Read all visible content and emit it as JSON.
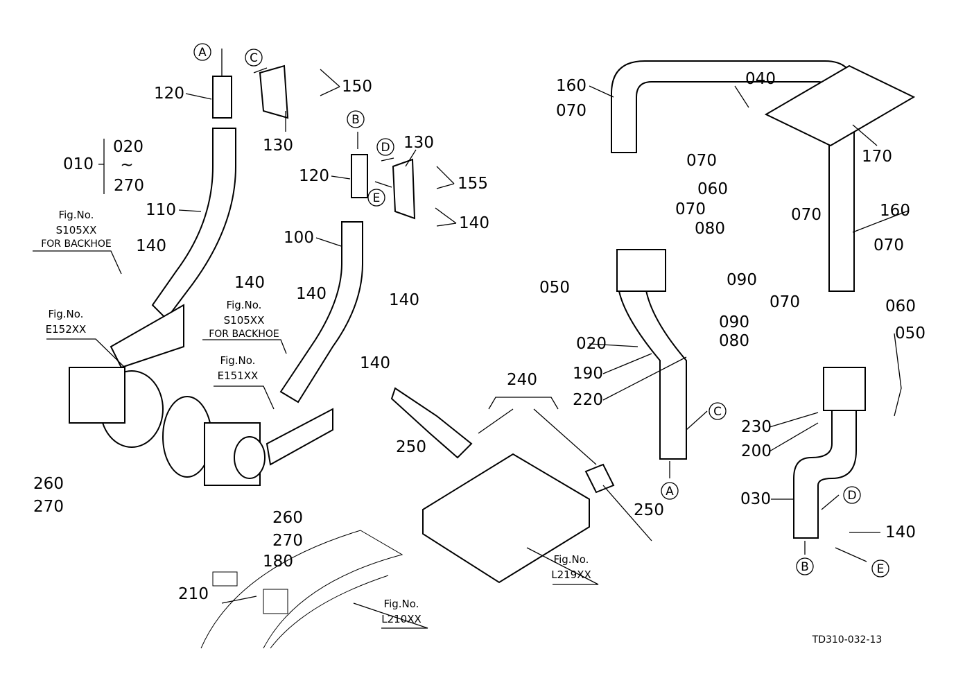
{
  "drawing_code": "TD310-032-13",
  "assembly": {
    "parent": "010",
    "range_from": "020",
    "range_sep": "~",
    "range_to": "270"
  },
  "callouts": [
    "120",
    "150",
    "130",
    "110",
    "140",
    "140",
    "130",
    "120",
    "155",
    "140",
    "100",
    "140",
    "140",
    "140",
    "240",
    "250",
    "260",
    "270",
    "260",
    "270",
    "180",
    "210",
    "250",
    "160",
    "040",
    "070",
    "070",
    "170",
    "060",
    "070",
    "080",
    "050",
    "090",
    "160",
    "070",
    "070",
    "070",
    "060",
    "090",
    "080",
    "050",
    "020",
    "190",
    "220",
    "230",
    "200",
    "030",
    "140"
  ],
  "reference_marks": [
    "A",
    "C",
    "B",
    "D",
    "E",
    "C",
    "A",
    "D",
    "B",
    "E"
  ],
  "figure_refs": [
    {
      "label": "Fig.No.",
      "number": "S105XX",
      "note": "FOR BACKHOE"
    },
    {
      "label": "Fig.No.",
      "number": "E152XX"
    },
    {
      "label": "Fig.No.",
      "number": "S105XX",
      "note": "FOR BACKHOE"
    },
    {
      "label": "Fig.No.",
      "number": "E151XX"
    },
    {
      "label": "Fig.No.",
      "number": "L210XX"
    },
    {
      "label": "Fig.No.",
      "number": "L219XX"
    }
  ]
}
